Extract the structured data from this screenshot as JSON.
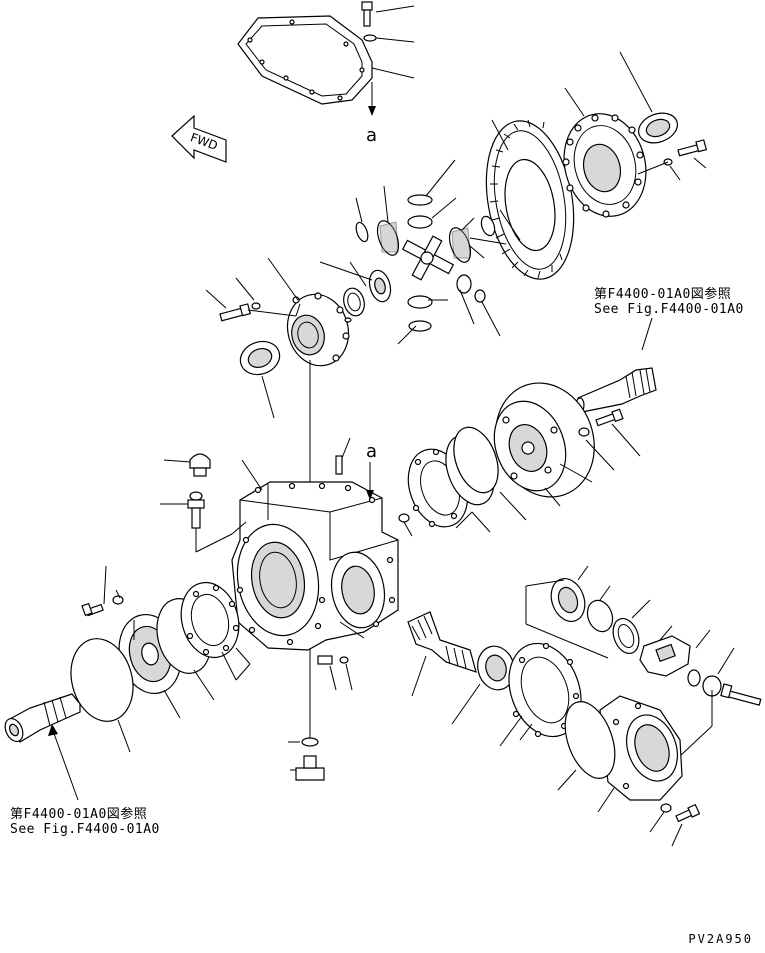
{
  "references": {
    "top": {
      "jp": "第F4400-01A0図参照",
      "en": "See Fig.F4400-01A0"
    },
    "bottom": {
      "jp": "第F4400-01A0図参照",
      "en": "See Fig.F4400-01A0"
    }
  },
  "direction_label": "FWD",
  "callout_a_top": "a",
  "callout_a_mid": "a",
  "drawing_code": "PV2A950"
}
